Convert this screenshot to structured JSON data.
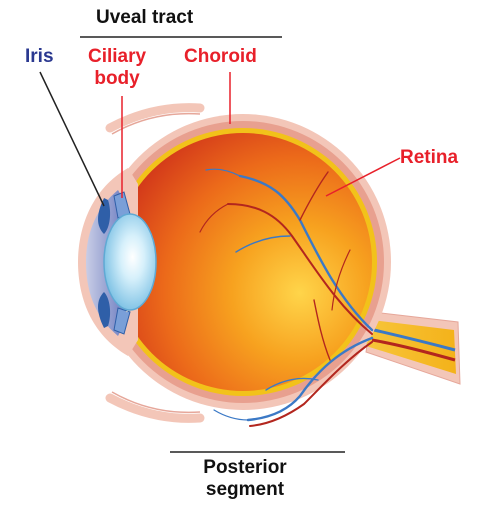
{
  "header": {
    "uveal_tract": "Uveal tract"
  },
  "labels": {
    "iris": "Iris",
    "ciliary_body_line1": "Ciliary",
    "ciliary_body_line2": "body",
    "choroid": "Choroid",
    "retina": "Retina",
    "posterior_line1": "Posterior",
    "posterior_line2": "segment"
  },
  "colors": {
    "iris_label": "#2b3990",
    "red_label": "#e8202a",
    "dark_label": "#111111",
    "sclera": "#f3c6b8",
    "choroid_layer": "#e8a08f",
    "retina_layer": "#f2c21a",
    "globe_inner": "#f08a1c",
    "globe_deep": "#d9461a",
    "lens": "#b8e2f6",
    "iris_blue": "#2f5fa8",
    "vessel_red": "#b3261e",
    "vessel_blue": "#3b79c6",
    "optic_nerve": "#f7c53a"
  }
}
